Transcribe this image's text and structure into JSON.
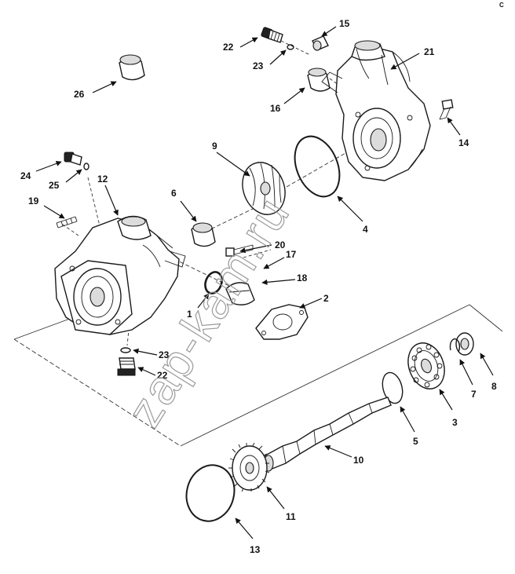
{
  "diagram": {
    "callouts": [
      {
        "id": "c1",
        "text": "1"
      },
      {
        "id": "c2",
        "text": "2"
      },
      {
        "id": "c3",
        "text": "3"
      },
      {
        "id": "c4",
        "text": "4"
      },
      {
        "id": "c5",
        "text": "5"
      },
      {
        "id": "c6",
        "text": "6"
      },
      {
        "id": "c7",
        "text": "7"
      },
      {
        "id": "c8",
        "text": "8"
      },
      {
        "id": "c9",
        "text": "9"
      },
      {
        "id": "c10",
        "text": "10"
      },
      {
        "id": "c11",
        "text": "11"
      },
      {
        "id": "c12",
        "text": "12"
      },
      {
        "id": "c13",
        "text": "13"
      },
      {
        "id": "c14",
        "text": "14"
      },
      {
        "id": "c15",
        "text": "15"
      },
      {
        "id": "c16",
        "text": "16"
      },
      {
        "id": "c17",
        "text": "17"
      },
      {
        "id": "c18",
        "text": "18"
      },
      {
        "id": "c19",
        "text": "19"
      },
      {
        "id": "c20",
        "text": "20"
      },
      {
        "id": "c21",
        "text": "21"
      },
      {
        "id": "c22a",
        "text": "22"
      },
      {
        "id": "c22b",
        "text": "22"
      },
      {
        "id": "c23a",
        "text": "23"
      },
      {
        "id": "c23b",
        "text": "23"
      },
      {
        "id": "c24",
        "text": "24"
      },
      {
        "id": "c25",
        "text": "25"
      },
      {
        "id": "c26",
        "text": "26"
      }
    ],
    "watermark": "zap-kam.ru",
    "corner_mark": "C"
  }
}
